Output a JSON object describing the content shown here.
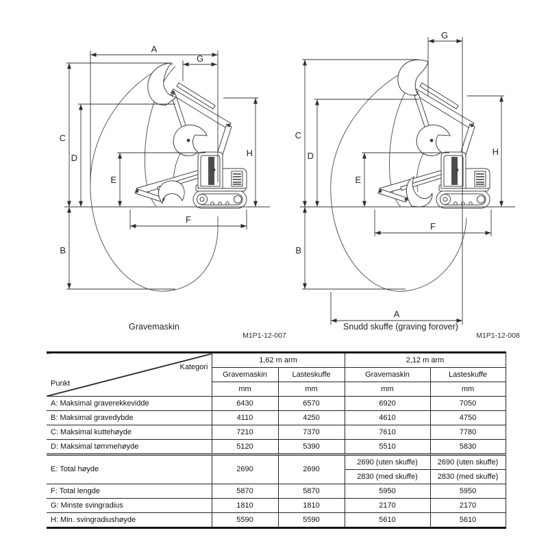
{
  "diagrams": {
    "dim_labels": {
      "A": "A",
      "B": "B",
      "C": "C",
      "D": "D",
      "E": "E",
      "F": "F",
      "G": "G",
      "H": "H"
    },
    "left": {
      "caption": "Gravemaskin",
      "code": "M1P1-12-007"
    },
    "right": {
      "caption": "Snudd skuffe (graving forover)",
      "code": "M1P1-12-008"
    }
  },
  "table": {
    "corner_top": "Kategori",
    "corner_bottom": "Punkt",
    "groups": [
      "1,62 m arm",
      "2,12 m arm"
    ],
    "subheaders": [
      "Gravemaskin",
      "Lasteskuffe",
      "Gravemaskin",
      "Lasteskuffe"
    ],
    "units": [
      "mm",
      "mm",
      "mm",
      "mm"
    ],
    "rows": [
      {
        "label": "A: Maksimal graverekkevidde",
        "values": [
          "6430",
          "6570",
          "6920",
          "7050"
        ]
      },
      {
        "label": "B: Maksimal gravedybde",
        "values": [
          "4110",
          "4250",
          "4610",
          "4750"
        ]
      },
      {
        "label": "C: Maksimal kuttehøyde",
        "values": [
          "7210",
          "7370",
          "7610",
          "7780"
        ]
      },
      {
        "label": "D: Maksimal tømmehøyde",
        "values": [
          "5120",
          "5390",
          "5510",
          "5830"
        ]
      },
      {
        "label": "E: Total høyde",
        "values": [
          "2690",
          "2690"
        ],
        "split_top": [
          "2690 (uten skuffe)",
          "2690 (uten skuffe)"
        ],
        "split_bottom": [
          "2830 (med skuffe)",
          "2830 (med skuffe)"
        ]
      },
      {
        "label": "F: Total lengde",
        "values": [
          "5870",
          "5870",
          "5950",
          "5950"
        ]
      },
      {
        "label": "G: Minste svingradius",
        "values": [
          "1810",
          "1810",
          "2170",
          "2170"
        ]
      },
      {
        "label": "H: Min. svingradiushøyde",
        "values": [
          "5590",
          "5590",
          "5610",
          "5610"
        ]
      }
    ]
  }
}
